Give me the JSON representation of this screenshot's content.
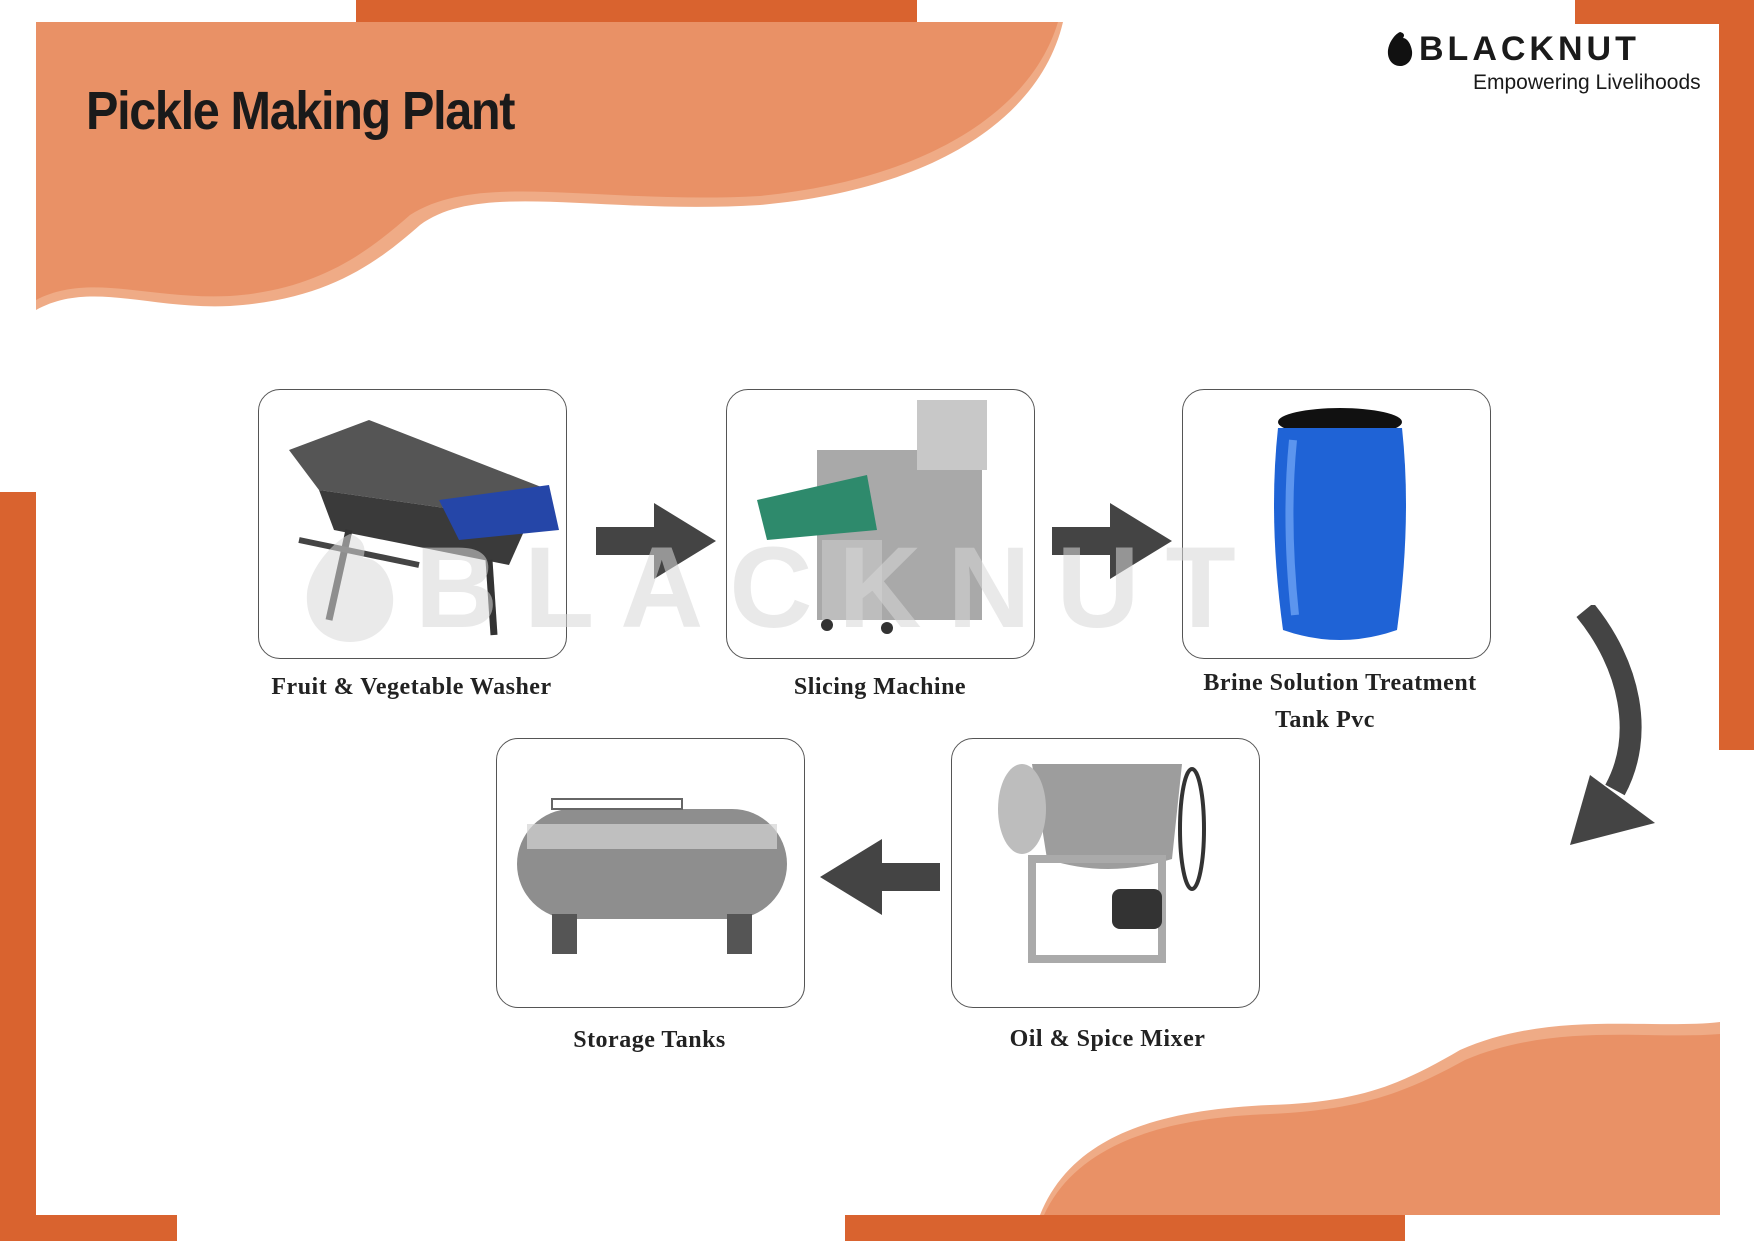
{
  "header": {
    "title": "Pickle Making Plant"
  },
  "logo": {
    "brand": "BLACKNUT",
    "tagline": "Empowering Livelihoods"
  },
  "watermark": "BLACKNUT",
  "colors": {
    "accent_dark": "#d9632f",
    "accent_light": "#e99166",
    "arrow": "#444444"
  },
  "steps": [
    {
      "label": "Fruit & Vegetable Washer",
      "icon": "washer-machine-image"
    },
    {
      "label": "Slicing Machine",
      "icon": "slicing-machine-image"
    },
    {
      "label_line1": "Brine Solution Treatment",
      "label_line2": "Tank Pvc",
      "icon": "blue-drum-image"
    },
    {
      "label": "Oil & Spice Mixer",
      "icon": "mixer-machine-image"
    },
    {
      "label": "Storage Tanks",
      "icon": "storage-tank-image"
    }
  ]
}
